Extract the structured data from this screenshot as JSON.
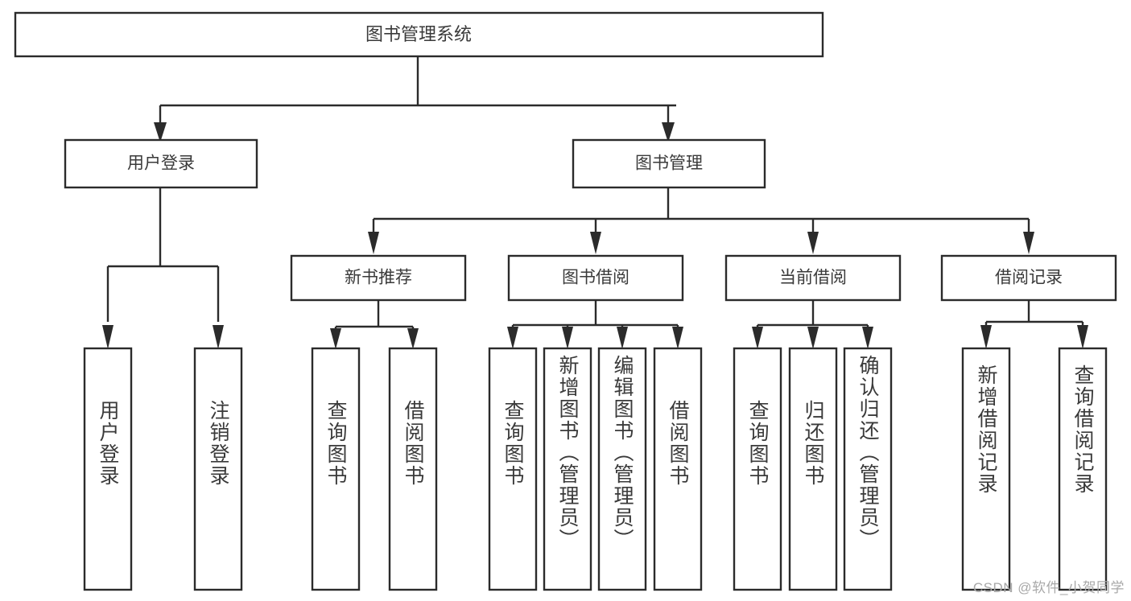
{
  "diagram": {
    "type": "tree-hierarchy",
    "root": {
      "id": "root",
      "label": "图书管理系统"
    },
    "level1": [
      {
        "id": "user-login",
        "label": "用户登录"
      },
      {
        "id": "book-management",
        "label": "图书管理"
      }
    ],
    "level2": [
      {
        "id": "new-book-recommend",
        "label": "新书推荐",
        "parent": "book-management"
      },
      {
        "id": "book-borrow",
        "label": "图书借阅",
        "parent": "book-management"
      },
      {
        "id": "current-borrow",
        "label": "当前借阅",
        "parent": "book-management"
      },
      {
        "id": "borrow-record",
        "label": "借阅记录",
        "parent": "book-management"
      }
    ],
    "leaves": [
      {
        "id": "leaf-user-login",
        "label": "用户登录",
        "parent": "user-login"
      },
      {
        "id": "leaf-logout-login",
        "label": "注销登录",
        "parent": "user-login"
      },
      {
        "id": "leaf-query-book-1",
        "label": "查询图书",
        "parent": "new-book-recommend"
      },
      {
        "id": "leaf-borrow-book-1",
        "label": "借阅图书",
        "parent": "new-book-recommend"
      },
      {
        "id": "leaf-query-book-2",
        "label": "查询图书",
        "parent": "book-borrow"
      },
      {
        "id": "leaf-add-book",
        "label": "新增图书（管理员）",
        "parent": "book-borrow"
      },
      {
        "id": "leaf-edit-book",
        "label": "编辑图书（管理员）",
        "parent": "book-borrow"
      },
      {
        "id": "leaf-borrow-book-2",
        "label": "借阅图书",
        "parent": "book-borrow"
      },
      {
        "id": "leaf-query-book-3",
        "label": "查询图书",
        "parent": "current-borrow"
      },
      {
        "id": "leaf-return-book",
        "label": "归还图书",
        "parent": "current-borrow"
      },
      {
        "id": "leaf-confirm-return",
        "label": "确认归还（管理员）",
        "parent": "current-borrow"
      },
      {
        "id": "leaf-add-record",
        "label": "新增借阅记录",
        "parent": "borrow-record"
      },
      {
        "id": "leaf-query-record",
        "label": "查询借阅记录",
        "parent": "borrow-record"
      }
    ],
    "colors": {
      "box_stroke": "#2b2b2b",
      "box_fill": "#ffffff",
      "text": "#3a3a3a",
      "connector": "#2b2b2b",
      "background": "#ffffff",
      "watermark": "#a8a8a8"
    }
  },
  "watermark": {
    "text": "CSDN @软件_小贺同学"
  }
}
